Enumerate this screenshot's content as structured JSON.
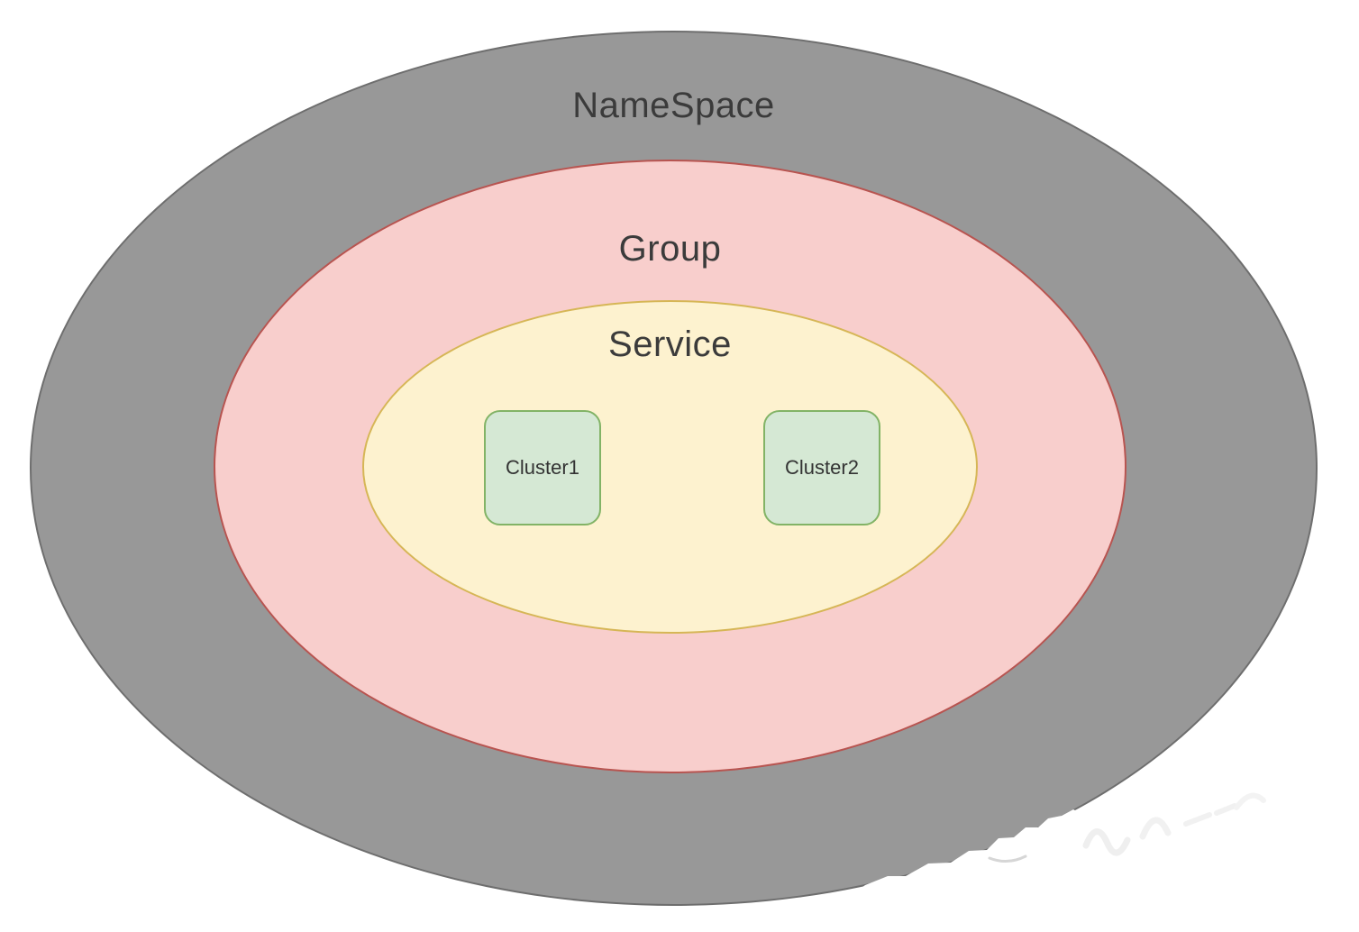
{
  "diagram": {
    "type": "nested-ellipses",
    "background": "#ffffff",
    "text_color": "#3b3b3b",
    "layers": [
      {
        "label": "NameSpace",
        "fill": "#989898",
        "stroke": "#6e6e6e"
      },
      {
        "label": "Group",
        "fill": "#f8cecc",
        "stroke": "#b85450"
      },
      {
        "label": "Service",
        "fill": "#fdf2cf",
        "stroke": "#d6b656"
      }
    ],
    "clusters": [
      {
        "label": "Cluster1",
        "fill": "#d5e8d4",
        "stroke": "#82b366"
      },
      {
        "label": "Cluster2",
        "fill": "#d5e8d4",
        "stroke": "#82b366"
      }
    ]
  }
}
